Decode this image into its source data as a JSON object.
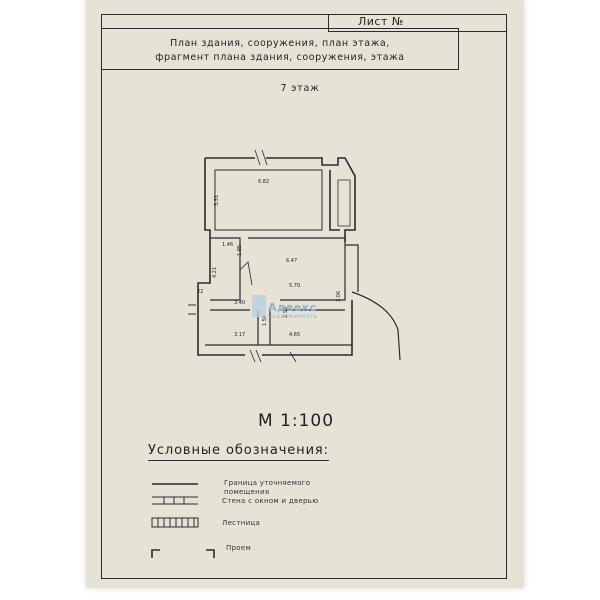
{
  "header": {
    "sheet_label": "Лист №",
    "title_line1": "План здания, сооружения, план этажа,",
    "title_line2": "фрагмент плана здания, сооружения, этажа"
  },
  "floor_label": "7 этаж",
  "plan": {
    "dimensions": {
      "room1_width": "6.82",
      "room1_height": "3.31",
      "room2_width": "6.47",
      "hall_left": "1.46",
      "hall_mid": "1.85",
      "hall_height": "4.21",
      "room2_inner": "5.70",
      "corridor": "3.40",
      "bath_height": "2.53",
      "bath_width": "1.56",
      "side_height": "3.06",
      "bottom_left": "3.17",
      "bottom_right": "4.65",
      "entrance": "22"
    }
  },
  "watermark": {
    "name": "Адвекс",
    "tagline": "недвижимость"
  },
  "scale": "М 1:100",
  "legend": {
    "title": "Условные обозначения:",
    "items": [
      {
        "label_line1": "Граница уточняемого",
        "label_line2": "помещения"
      },
      {
        "label_line1": "Стена с окном и дверью",
        "label_line2": ""
      },
      {
        "label_line1": "Лестница",
        "label_line2": ""
      },
      {
        "label_line1": "Проем",
        "label_line2": ""
      }
    ]
  },
  "colors": {
    "paper": "#e6e3d6",
    "ink": "#2b2b2b",
    "watermark": "#8fb1c9"
  }
}
